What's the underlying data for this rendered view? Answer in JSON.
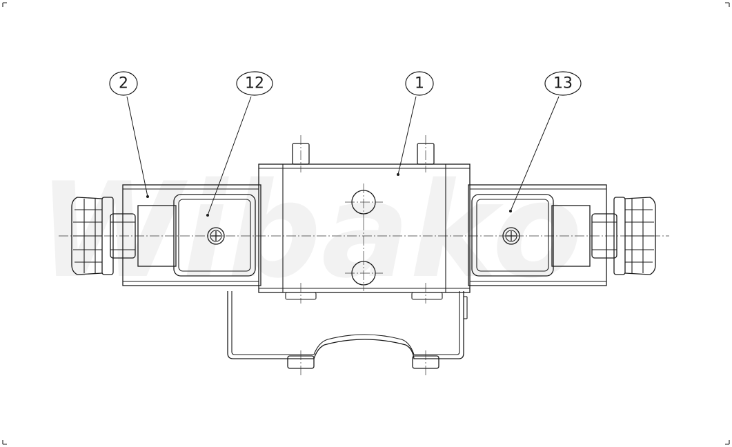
{
  "balloons": [
    {
      "id": "2",
      "label": "2"
    },
    {
      "id": "12",
      "label": "12"
    },
    {
      "id": "1",
      "label": "1"
    },
    {
      "id": "13",
      "label": "13"
    }
  ],
  "watermark": {
    "text": "Wibako"
  },
  "colors": {
    "line": "#1a1a1a",
    "watermark": "#f2f2f2",
    "background": "#ffffff"
  }
}
